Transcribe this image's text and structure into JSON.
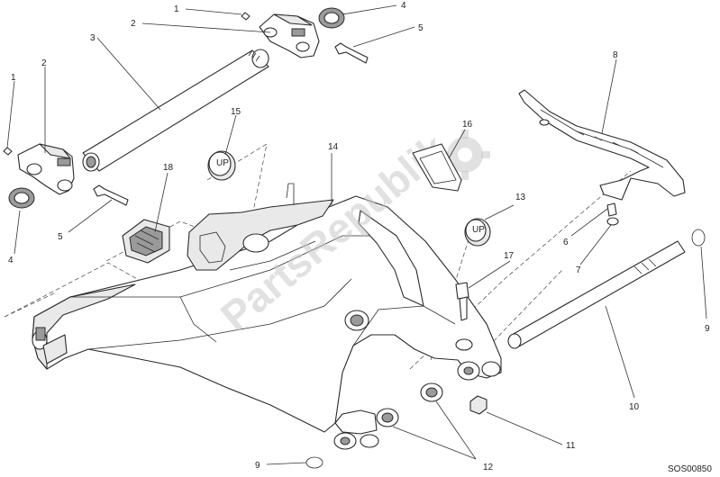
{
  "callouts": {
    "c1a": "1",
    "c1b": "1",
    "c2a": "2",
    "c2b": "2",
    "c3": "3",
    "c4a": "4",
    "c4b": "4",
    "c5a": "5",
    "c5b": "5",
    "c6": "6",
    "c7": "7",
    "c8": "8",
    "c9a": "9",
    "c9b": "9",
    "c10": "10",
    "c11": "11",
    "c12": "12",
    "c13": "13",
    "c14": "14",
    "c15": "15",
    "c16": "16",
    "c17": "17",
    "c18": "18"
  },
  "plug_marks": {
    "plug15": "UP",
    "plug13": "UP"
  },
  "watermark": "PartsRepublik",
  "drawing_code": "SOS00850"
}
